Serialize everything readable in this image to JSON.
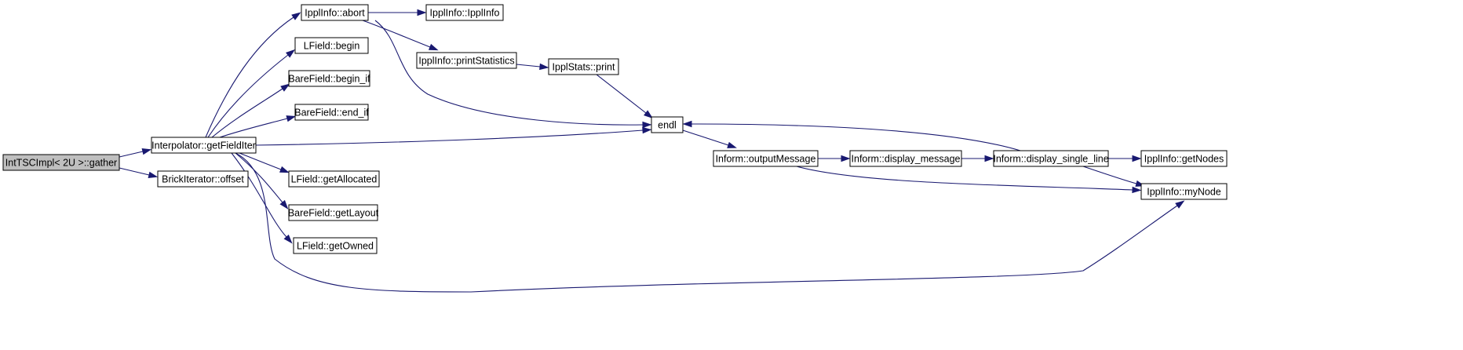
{
  "graph": {
    "nodes": [
      {
        "id": "gather",
        "label": "IntTSCImpl< 2U >::gather",
        "root": true
      },
      {
        "id": "getFieldIter",
        "label": "Interpolator::getFieldIter"
      },
      {
        "id": "offset",
        "label": "BrickIterator::offset"
      },
      {
        "id": "abort",
        "label": "IpplInfo::abort"
      },
      {
        "id": "lbegin",
        "label": "LField::begin"
      },
      {
        "id": "begin_if",
        "label": "BareField::begin_if"
      },
      {
        "id": "end_if",
        "label": "BareField::end_if"
      },
      {
        "id": "getAllocated",
        "label": "LField::getAllocated"
      },
      {
        "id": "getLayout",
        "label": "BareField::getLayout"
      },
      {
        "id": "getOwned",
        "label": "LField::getOwned"
      },
      {
        "id": "ipplinfo",
        "label": "IpplInfo::IpplInfo"
      },
      {
        "id": "printStatistics",
        "label": "IpplInfo::printStatistics"
      },
      {
        "id": "statsprint",
        "label": "IpplStats::print"
      },
      {
        "id": "endl",
        "label": "endl"
      },
      {
        "id": "outputMessage",
        "label": "Inform::outputMessage"
      },
      {
        "id": "display_message",
        "label": "Inform::display_message"
      },
      {
        "id": "display_single_line",
        "label": "Inform::display_single_line"
      },
      {
        "id": "getNodes",
        "label": "IpplInfo::getNodes"
      },
      {
        "id": "myNode",
        "label": "IpplInfo::myNode"
      }
    ],
    "edges": [
      {
        "from": "gather",
        "to": "getFieldIter"
      },
      {
        "from": "gather",
        "to": "offset"
      },
      {
        "from": "getFieldIter",
        "to": "abort"
      },
      {
        "from": "getFieldIter",
        "to": "lbegin"
      },
      {
        "from": "getFieldIter",
        "to": "begin_if"
      },
      {
        "from": "getFieldIter",
        "to": "end_if"
      },
      {
        "from": "getFieldIter",
        "to": "endl"
      },
      {
        "from": "getFieldIter",
        "to": "getAllocated"
      },
      {
        "from": "getFieldIter",
        "to": "getLayout"
      },
      {
        "from": "getFieldIter",
        "to": "getOwned"
      },
      {
        "from": "getFieldIter",
        "to": "myNode"
      },
      {
        "from": "abort",
        "to": "ipplinfo"
      },
      {
        "from": "abort",
        "to": "printStatistics"
      },
      {
        "from": "abort",
        "to": "endl"
      },
      {
        "from": "printStatistics",
        "to": "statsprint"
      },
      {
        "from": "statsprint",
        "to": "endl"
      },
      {
        "from": "endl",
        "to": "outputMessage"
      },
      {
        "from": "outputMessage",
        "to": "display_message"
      },
      {
        "from": "outputMessage",
        "to": "myNode"
      },
      {
        "from": "display_message",
        "to": "display_single_line"
      },
      {
        "from": "display_single_line",
        "to": "endl"
      },
      {
        "from": "display_single_line",
        "to": "getNodes"
      },
      {
        "from": "display_single_line",
        "to": "myNode"
      }
    ],
    "colors": {
      "edge": "#191970",
      "node_border": "#000000",
      "node_fill": "#ffffff",
      "root_fill": "#bfbfbf",
      "background": "#ffffff"
    }
  }
}
